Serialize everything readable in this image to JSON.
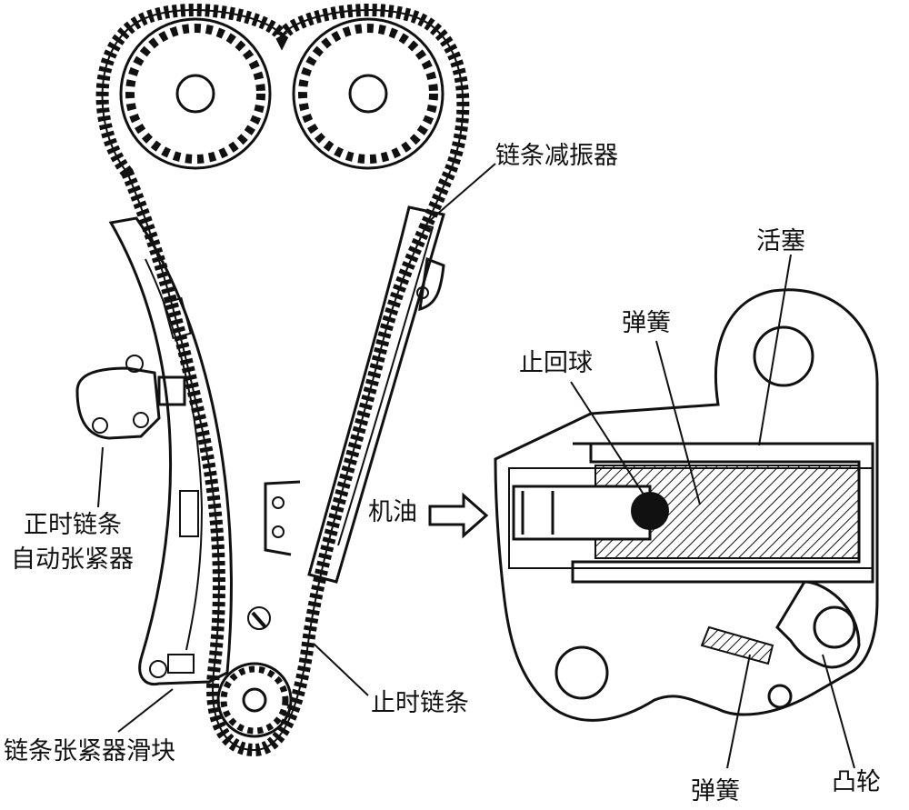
{
  "labels": {
    "chain_damper": "链条减振器",
    "piston": "活塞",
    "spring_top": "弹簧",
    "check_ball": "止回球",
    "oil": "机油",
    "tensioner_line1": "正时链条",
    "tensioner_line2": "自动张紧器",
    "timing_chain": "止时链条",
    "chain_slipper": "链条张紧器滑块",
    "spring_bottom": "弹簧",
    "cam": "凸轮"
  },
  "colors": {
    "ink": "#111111",
    "background": "#ffffff"
  }
}
